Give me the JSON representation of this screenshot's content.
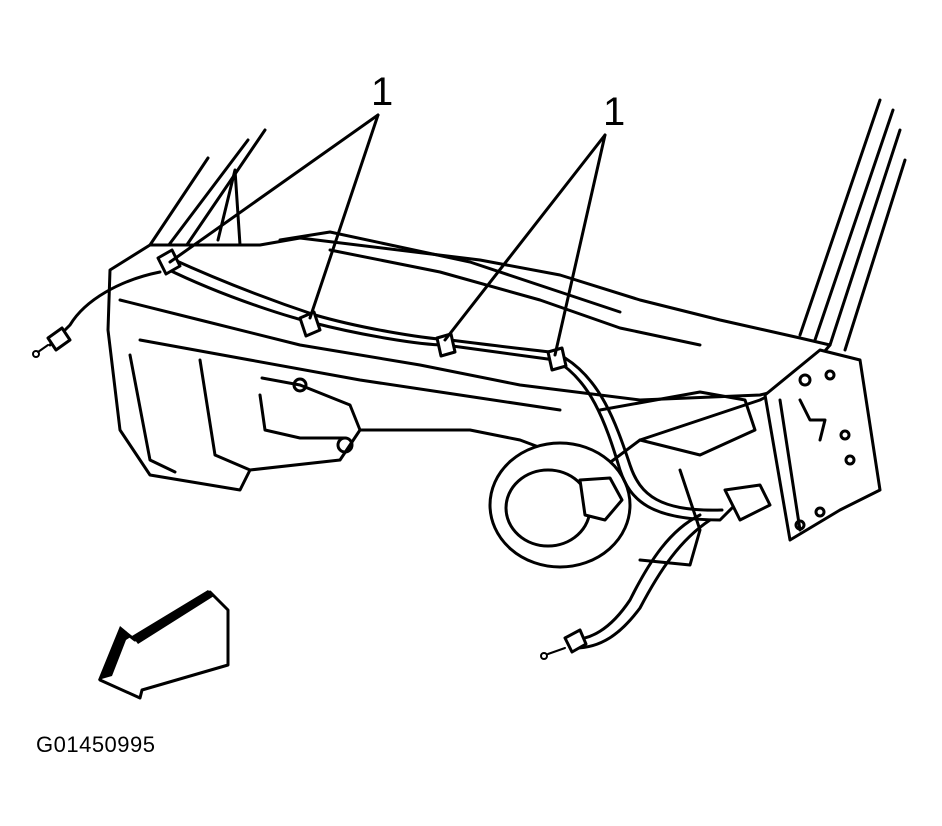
{
  "callouts": {
    "left": "1",
    "right": "1"
  },
  "figure_id": "G01450995",
  "colors": {
    "line": "#000000",
    "background": "#ffffff"
  }
}
